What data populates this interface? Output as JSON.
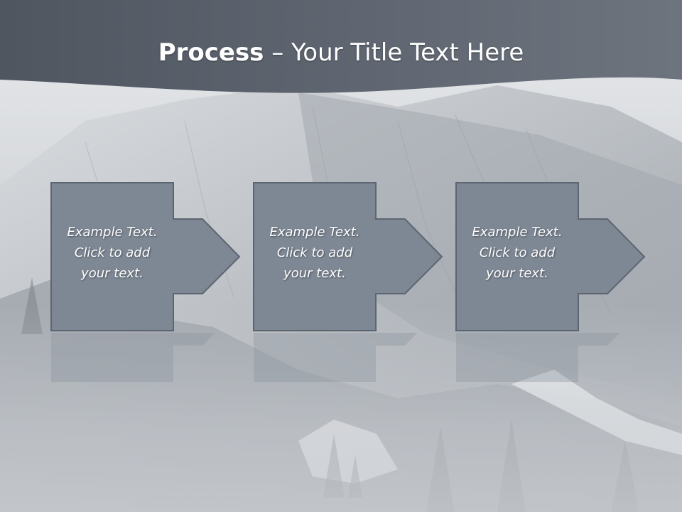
{
  "slide": {
    "title_bold": "Process",
    "title_rest": " – Your Title Text Here"
  },
  "steps": [
    {
      "text": "Example Text.\nClick  to add\nyour text."
    },
    {
      "text": "Example Text.\nClick  to add\nyour text."
    },
    {
      "text": "Example Text.\nClick  to add\nyour text."
    }
  ],
  "colors": {
    "header": "#5b626c",
    "shape_fill": "#7e8895",
    "shape_stroke": "#5d6571",
    "text": "#ffffff"
  }
}
